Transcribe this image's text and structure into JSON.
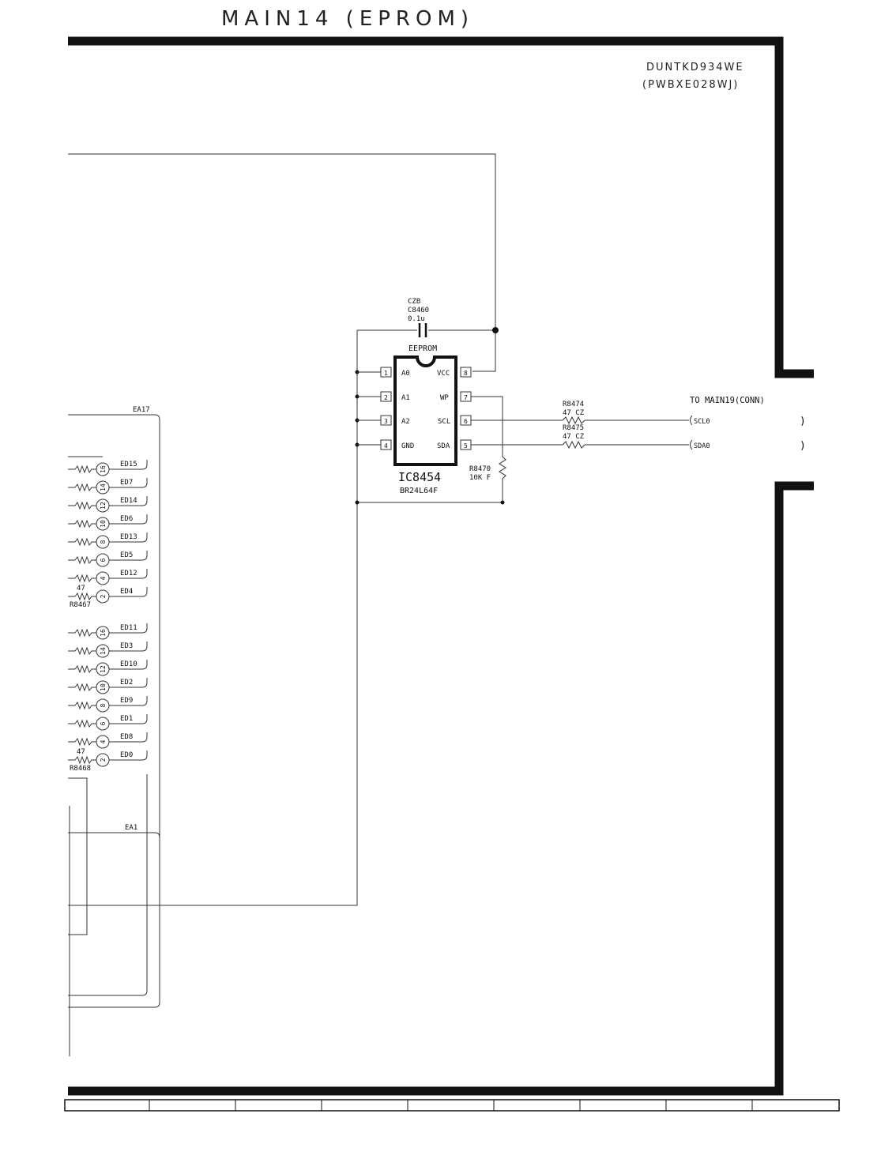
{
  "page": {
    "title": "MAIN14 (EPROM)",
    "board_line1": "DUNTKD934WE",
    "board_line2": "(PWBXE028WJ)"
  },
  "capacitor": {
    "type": "CZB",
    "ref": "C8460",
    "value": "0.1u"
  },
  "ic": {
    "label_top": "EEPROM",
    "ref": "IC8454",
    "part": "BR24L64F",
    "pins_left": [
      {
        "num": "1",
        "name": "A0"
      },
      {
        "num": "2",
        "name": "A1"
      },
      {
        "num": "3",
        "name": "A2"
      },
      {
        "num": "4",
        "name": "GND"
      }
    ],
    "pins_right": [
      {
        "num": "8",
        "name": "VCC"
      },
      {
        "num": "7",
        "name": "WP"
      },
      {
        "num": "6",
        "name": "SCL"
      },
      {
        "num": "5",
        "name": "SDA"
      }
    ]
  },
  "resistors": {
    "r8474": {
      "ref": "R8474",
      "value": "47  CZ"
    },
    "r8475": {
      "ref": "R8475",
      "value": "47  CZ"
    },
    "r8470": {
      "ref": "R8470",
      "value": "10K F"
    },
    "r8467": {
      "ref": "R8467",
      "value": "47"
    },
    "r8468": {
      "ref": "R8468",
      "value": "47"
    }
  },
  "connector": {
    "label": "TO MAIN19(CONN)",
    "signals": [
      "SCL0",
      "SDA0"
    ]
  },
  "bus": {
    "ea17": "EA17",
    "ea1": "EA1",
    "group1": [
      {
        "pin": "16",
        "signal": "ED15"
      },
      {
        "pin": "14",
        "signal": "ED7"
      },
      {
        "pin": "12",
        "signal": "ED14"
      },
      {
        "pin": "10",
        "signal": "ED6"
      },
      {
        "pin": "8",
        "signal": "ED13"
      },
      {
        "pin": "6",
        "signal": "ED5"
      },
      {
        "pin": "4",
        "signal": "ED12"
      },
      {
        "pin": "2",
        "signal": "ED4"
      }
    ],
    "group2": [
      {
        "pin": "16",
        "signal": "ED11"
      },
      {
        "pin": "14",
        "signal": "ED3"
      },
      {
        "pin": "12",
        "signal": "ED10"
      },
      {
        "pin": "10",
        "signal": "ED2"
      },
      {
        "pin": "8",
        "signal": "ED9"
      },
      {
        "pin": "6",
        "signal": "ED1"
      },
      {
        "pin": "4",
        "signal": "ED8"
      },
      {
        "pin": "2",
        "signal": "ED0"
      }
    ]
  }
}
